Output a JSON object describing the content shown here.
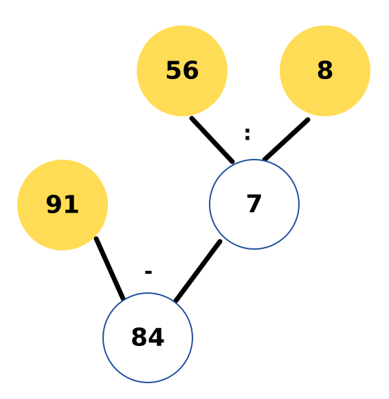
{
  "colors": {
    "given_fill": "#FFDC55",
    "result_fill": "#FFFFFF",
    "result_stroke": "#1F4E9E",
    "line": "#000000",
    "text": "#000000"
  },
  "nodes": {
    "a": {
      "value": "56",
      "kind": "given"
    },
    "b": {
      "value": "8",
      "kind": "given"
    },
    "c": {
      "value": "91",
      "kind": "given"
    },
    "quotient": {
      "value": "7",
      "kind": "result"
    },
    "difference": {
      "value": "84",
      "kind": "result"
    }
  },
  "operators": {
    "divide": ":",
    "subtract": "-"
  }
}
